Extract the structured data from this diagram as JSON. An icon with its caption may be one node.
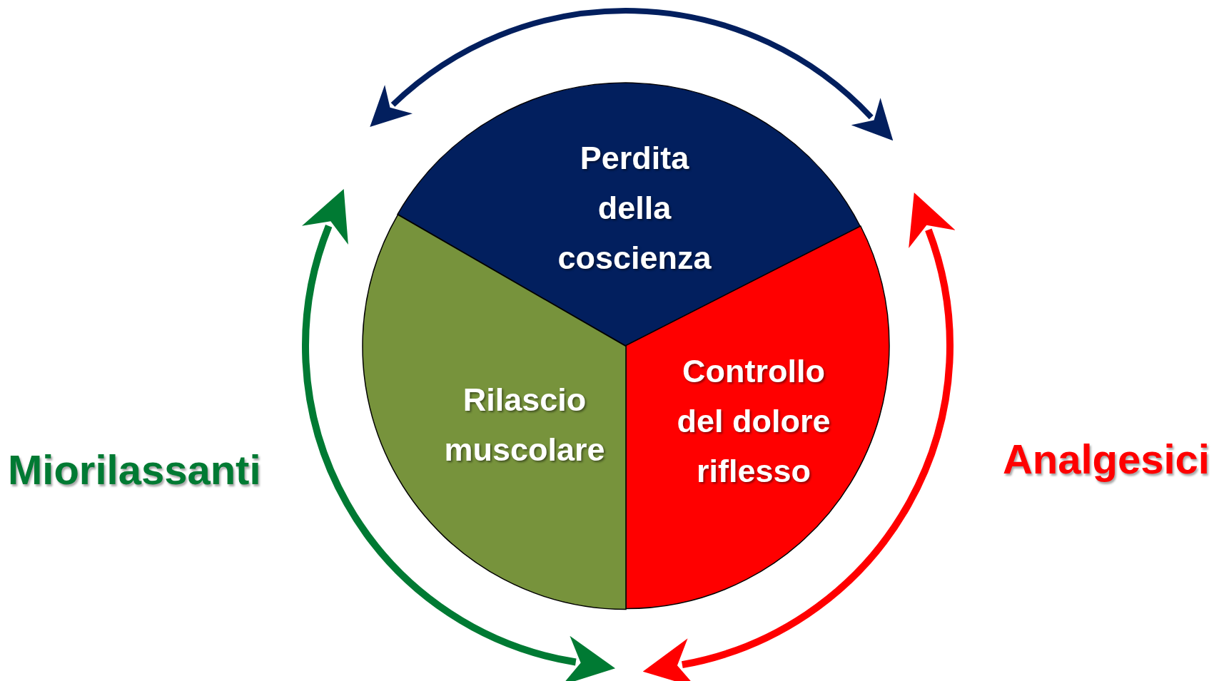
{
  "diagram": {
    "nodes": [
      {
        "text": [
          "Perdita della coscienza"
        ]
      },
      {
        "text": [
          "Controllo del dolore riflesso"
        ]
      },
      {
        "text": [
          "Rilascio muscolare"
        ]
      }
    ],
    "labels": [
      "Miorilassanti",
      "Analgesici"
    ]
  }
}
